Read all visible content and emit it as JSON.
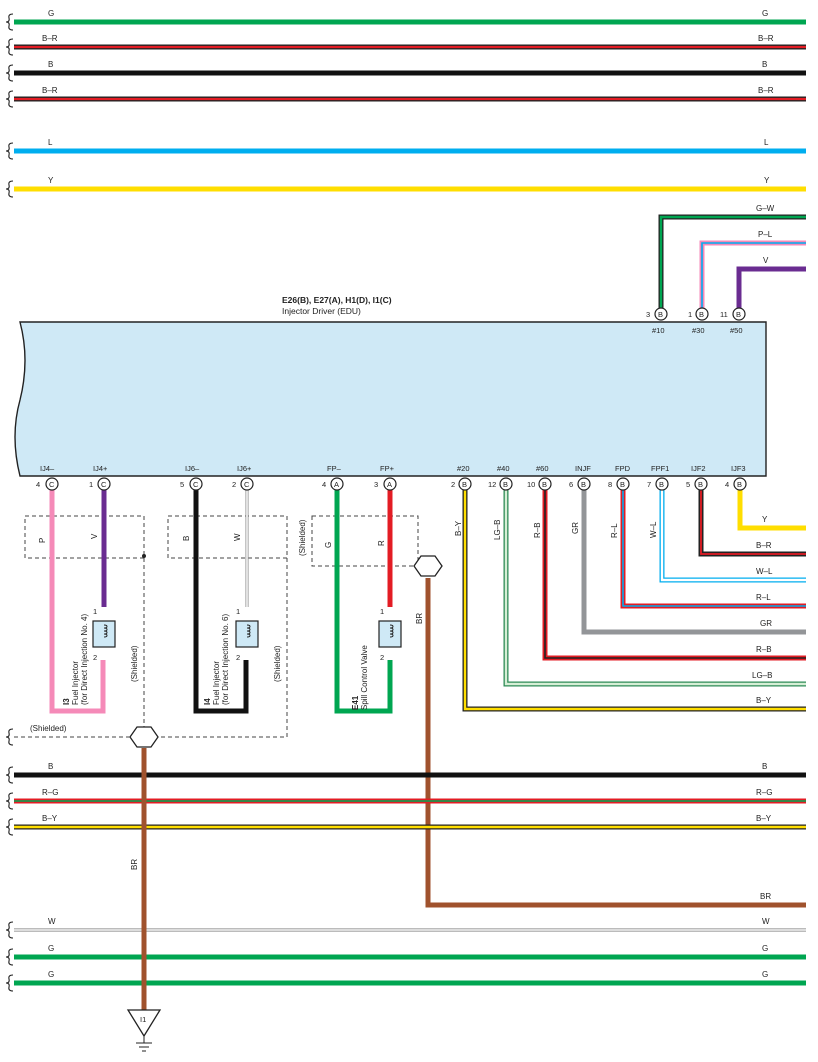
{
  "edu": {
    "connectors": "E26(B), E27(A), H1(D), I1(C)",
    "name": "Injector Driver (EDU)"
  },
  "top_wires": [
    "G",
    "B–R",
    "B",
    "B–R",
    "L",
    "Y"
  ],
  "right_top": [
    "G–W",
    "P–L",
    "V"
  ],
  "top_pins": [
    {
      "num": "3",
      "conn": "B",
      "name": "#10"
    },
    {
      "num": "1",
      "conn": "B",
      "name": "#30"
    },
    {
      "num": "11",
      "conn": "B",
      "name": "#50"
    }
  ],
  "bottom_pins": [
    {
      "num": "4",
      "conn": "C",
      "name": "IJ4–"
    },
    {
      "num": "1",
      "conn": "C",
      "name": "IJ4+"
    },
    {
      "num": "5",
      "conn": "C",
      "name": "IJ6–"
    },
    {
      "num": "2",
      "conn": "C",
      "name": "IJ6+"
    },
    {
      "num": "4",
      "conn": "A",
      "name": "FP–"
    },
    {
      "num": "3",
      "conn": "A",
      "name": "FP+"
    },
    {
      "num": "2",
      "conn": "B",
      "name": "#20"
    },
    {
      "num": "12",
      "conn": "B",
      "name": "#40"
    },
    {
      "num": "10",
      "conn": "B",
      "name": "#60"
    },
    {
      "num": "6",
      "conn": "B",
      "name": "INJF"
    },
    {
      "num": "8",
      "conn": "B",
      "name": "FPD"
    },
    {
      "num": "7",
      "conn": "B",
      "name": "FPF1"
    },
    {
      "num": "5",
      "conn": "B",
      "name": "IJF2"
    },
    {
      "num": "4",
      "conn": "B",
      "name": "IJF3"
    }
  ],
  "vertical_colors": [
    "P",
    "V",
    "B",
    "W",
    "G",
    "R",
    "B–Y",
    "LG–B",
    "R–B",
    "GR",
    "R–L",
    "W–L"
  ],
  "right_mid": [
    "Y",
    "B–R",
    "W–L",
    "R–L",
    "GR",
    "R–B",
    "LG–B",
    "B–Y"
  ],
  "mid_wires": [
    "B",
    "R–G",
    "B–Y"
  ],
  "br": "BR",
  "bottom_wires": [
    "W",
    "G",
    "G"
  ],
  "shielded": "(Shielded)",
  "injector4": {
    "id": "I3",
    "l1": "Fuel Injector",
    "l2": "(for Direct Injection No. 4)"
  },
  "injector6": {
    "id": "I4",
    "l1": "Fuel Injector",
    "l2": "(for Direct Injection No. 6)"
  },
  "scv": {
    "id": "E41",
    "l1": "Spill Control Valve"
  },
  "ground": "I1",
  "coil_pin1": "1",
  "coil_pin2": "2"
}
